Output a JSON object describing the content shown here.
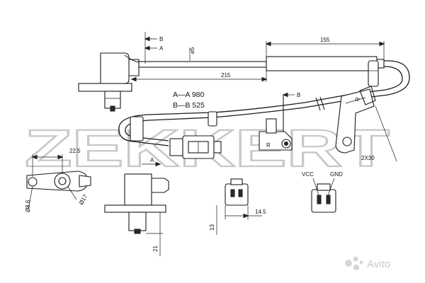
{
  "brand": {
    "name": "ZEKKERT",
    "color": "#c8c8c8"
  },
  "dimensions": {
    "cable_short": "155",
    "cable_long": "215",
    "diameter_5": "⌀5",
    "mount_width": "22.5",
    "hole_diameter": "Ø8.6",
    "mount_diameter": "Ø17",
    "connector_width": "14.5",
    "connector_height": "13",
    "body_height": "21",
    "clip_spacing": "2X30"
  },
  "markers": {
    "a": "A",
    "b": "B",
    "r": "R"
  },
  "lengths_note": {
    "line_a": "A—A 980",
    "line_b": "B—B 525"
  },
  "pins": {
    "vcc": "VCC",
    "gnd": "GND"
  },
  "watermark": {
    "text": "Avito",
    "color": "#c9c9c9"
  }
}
